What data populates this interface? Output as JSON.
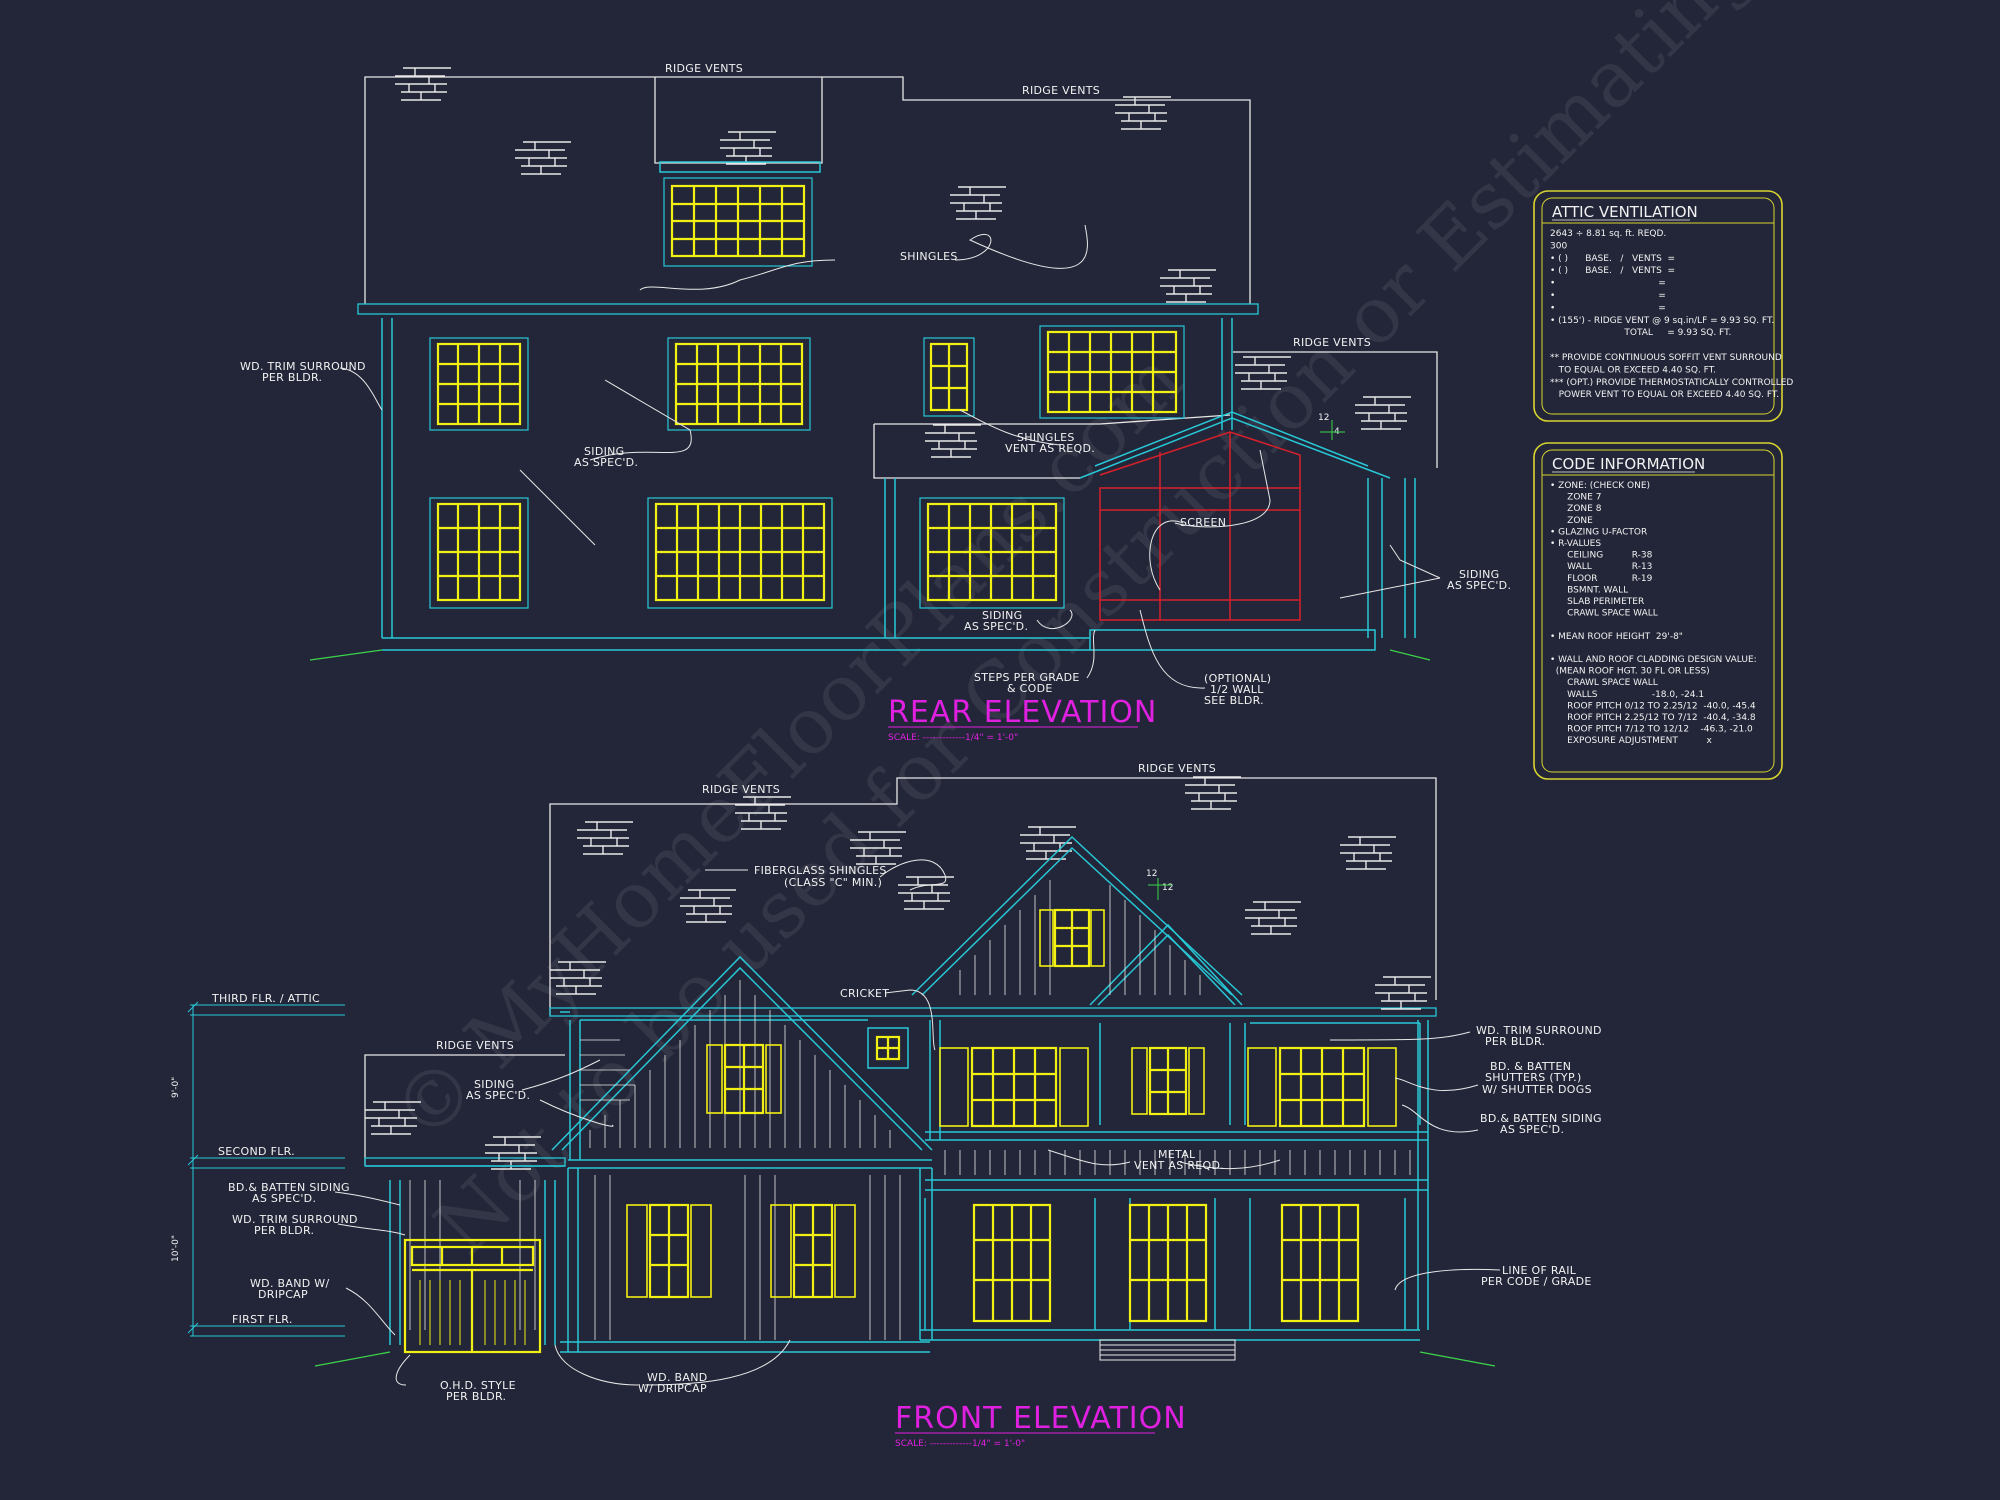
{
  "watermark": {
    "line1": "© MyHomeFloorPlans.com",
    "line2": "Not to be used for Construction or Estimating"
  },
  "rear": {
    "title": "REAR ELEVATION",
    "scale": "SCALE: -------------1/4\" = 1'-0\"",
    "labels": {
      "ridge_vents_1": "RIDGE VENTS",
      "ridge_vents_2": "RIDGE VENTS",
      "ridge_vents_3": "RIDGE VENTS",
      "shingles": "SHINGLES",
      "trim_1": "WD. TRIM SURROUND",
      "trim_2": "PER BLDR.",
      "siding_a1": "SIDING",
      "siding_a2": "AS SPEC'D.",
      "shingles_vent_1": "SHINGLES",
      "shingles_vent_2": "VENT AS REQD.",
      "screen": "SCREEN",
      "siding_b1": "SIDING",
      "siding_b2": "AS SPEC'D.",
      "siding_c1": "SIDING",
      "siding_c2": "AS SPEC'D.",
      "steps_1": "STEPS PER GRADE",
      "steps_2": "& CODE",
      "wall_1": "(OPTIONAL)",
      "wall_2": "1/2 WALL",
      "wall_3": "SEE BLDR.",
      "pitch_12": "12",
      "pitch_4": "4"
    }
  },
  "front": {
    "title": "FRONT ELEVATION",
    "scale": "SCALE: -------------1/4\" = 1'-0\"",
    "labels": {
      "ridge_vents_1": "RIDGE VENTS",
      "ridge_vents_2": "RIDGE VENTS",
      "ridge_vents_3": "RIDGE VENTS",
      "fiberglass_1": "FIBERGLASS SHINGLES",
      "fiberglass_2": "(CLASS \"C\" MIN.)",
      "cricket": "CRICKET",
      "siding_1": "SIDING",
      "siding_2": "AS SPEC'D.",
      "trim_r1": "WD. TRIM SURROUND",
      "trim_r2": "PER BLDR.",
      "shutters_1": "BD. & BATTEN",
      "shutters_2": "SHUTTERS (TYP.)",
      "shutters_3": "W/ SHUTTER DOGS",
      "bb_siding_r1": "BD.& BATTEN SIDING",
      "bb_siding_r2": "AS SPEC'D.",
      "metal_1": "METAL",
      "metal_2": "VENT AS REQD.",
      "rail_1": "LINE OF RAIL",
      "rail_2": "PER CODE / GRADE",
      "bb_siding_l1": "BD.& BATTEN SIDING",
      "bb_siding_l2": "AS SPEC'D.",
      "trim_l1": "WD. TRIM SURROUND",
      "trim_l2": "PER BLDR.",
      "band_l1": "WD. BAND W/",
      "band_l2": "DRIPCAP",
      "band_b1": "WD. BAND",
      "band_b2": "W/ DRIPCAP",
      "ohd_1": "O.H.D. STYLE",
      "ohd_2": "PER BLDR.",
      "third_flr": "THIRD FLR. / ATTIC",
      "second_flr": "SECOND FLR.",
      "first_flr": "FIRST FLR.",
      "dim_upper": "9'-0\"",
      "dim_lower": "10'-0\"",
      "pitch_12a": "12",
      "pitch_12b": "12"
    }
  },
  "attic_box": {
    "title": "ATTIC VENTILATION",
    "lines": [
      "2643 ÷ 8.81 sq. ft. REQD.",
      "300",
      "• ( )      BASE.   /   VENTS  =",
      "• ( )      BASE.   /   VENTS  =",
      "•                                    =",
      "•                                    =",
      "•                                    =",
      "• (155') - RIDGE VENT @ 9 sq.in/LF = 9.93 SQ. FT.",
      "                          TOTAL     = 9.93 SQ. FT.",
      "",
      "** PROVIDE CONTINUOUS SOFFIT VENT SURROUND",
      "   TO EQUAL OR EXCEED 4.40 SQ. FT.",
      "*** (OPT.) PROVIDE THERMOSTATICALLY CONTROLLED",
      "   POWER VENT TO EQUAL OR EXCEED 4.40 SQ. FT."
    ]
  },
  "code_box": {
    "title": "CODE INFORMATION",
    "lines": [
      "• ZONE: (CHECK ONE)",
      "      ZONE 7",
      "      ZONE 8",
      "      ZONE",
      "• GLAZING U-FACTOR",
      "• R-VALUES",
      "      CEILING          R-38",
      "      WALL              R-13",
      "      FLOOR            R-19",
      "      BSMNT. WALL",
      "      SLAB PERIMETER",
      "      CRAWL SPACE WALL",
      "",
      "• MEAN ROOF HEIGHT  29'-8\"",
      "",
      "• WALL AND ROOF CLADDING DESIGN VALUE:",
      "  (MEAN ROOF HGT. 30 FL OR LESS)",
      "      CRAWL SPACE WALL",
      "      WALLS                   -18.0, -24.1",
      "      ROOF PITCH 0/12 TO 2.25/12  -40.0, -45.4",
      "      ROOF PITCH 2.25/12 TO 7/12  -40.4, -34.8",
      "      ROOF PITCH 7/12 TO 12/12    -46.3, -21.0",
      "      EXPOSURE ADJUSTMENT          x"
    ]
  },
  "colors": {
    "background": "#232638",
    "line": "#e8e8e8",
    "cyan": "#27c7d6",
    "yellow": "#f2ef12",
    "magenta": "#e020e0",
    "red": "#d8202a",
    "green": "#3bd44a",
    "box": "#d8d430"
  }
}
